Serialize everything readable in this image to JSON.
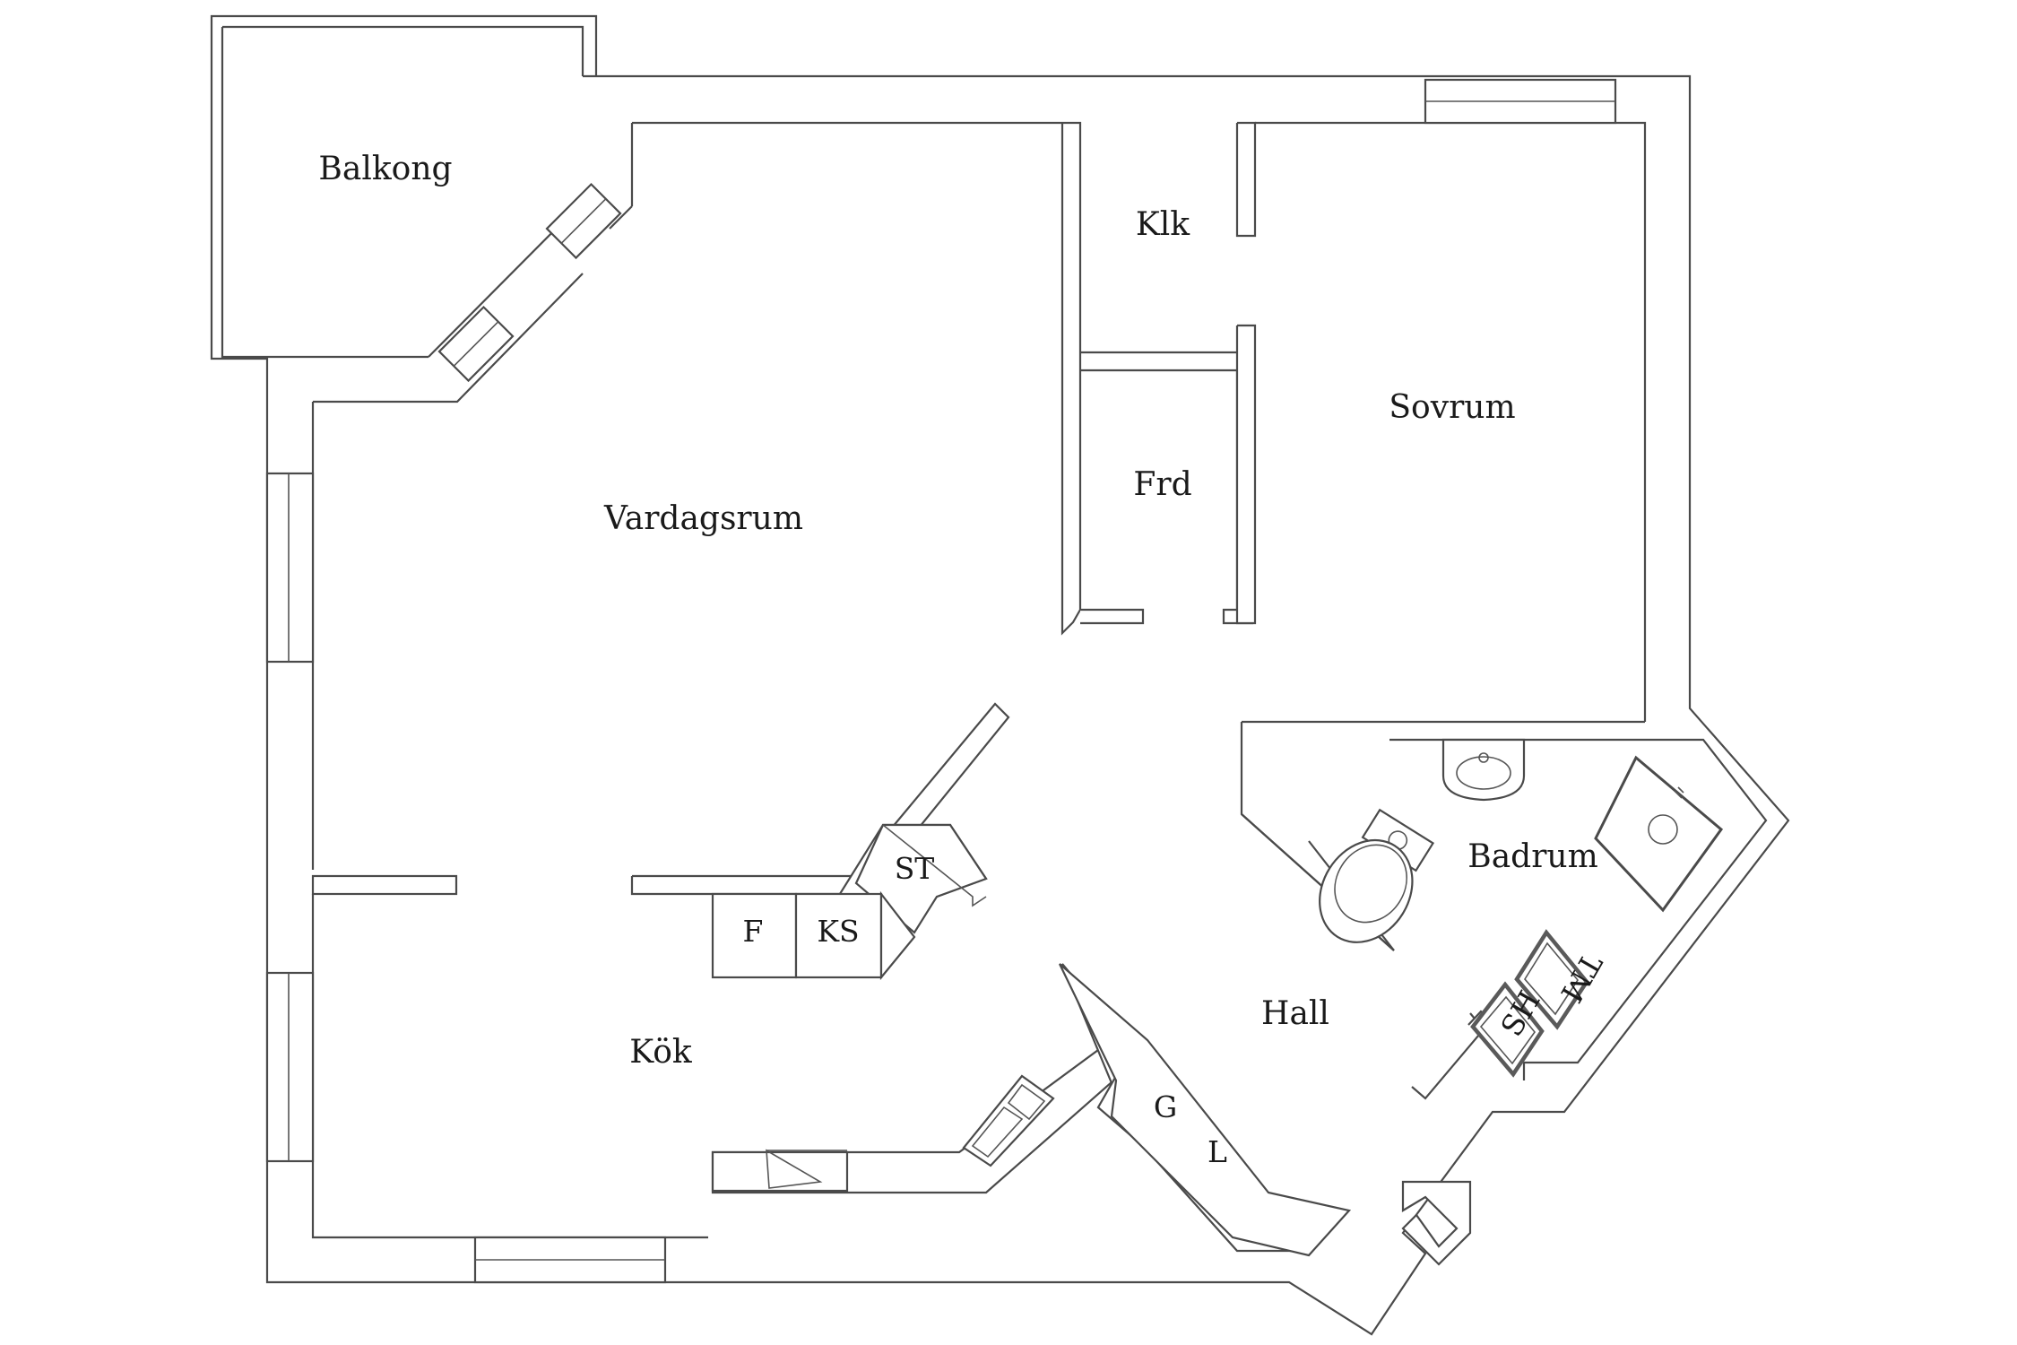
{
  "rooms": {
    "balkong": "Balkong",
    "vardagsrum": "Vardagsrum",
    "klk": "Klk",
    "frd": "Frd",
    "sovrum": "Sovrum",
    "badrum": "Badrum",
    "hall": "Hall",
    "kok": "Kök"
  },
  "fixtures": {
    "st": "ST",
    "f": "F",
    "ks": "KS",
    "g": "G",
    "l": "L",
    "tm": "TM",
    "sh": "SH"
  }
}
